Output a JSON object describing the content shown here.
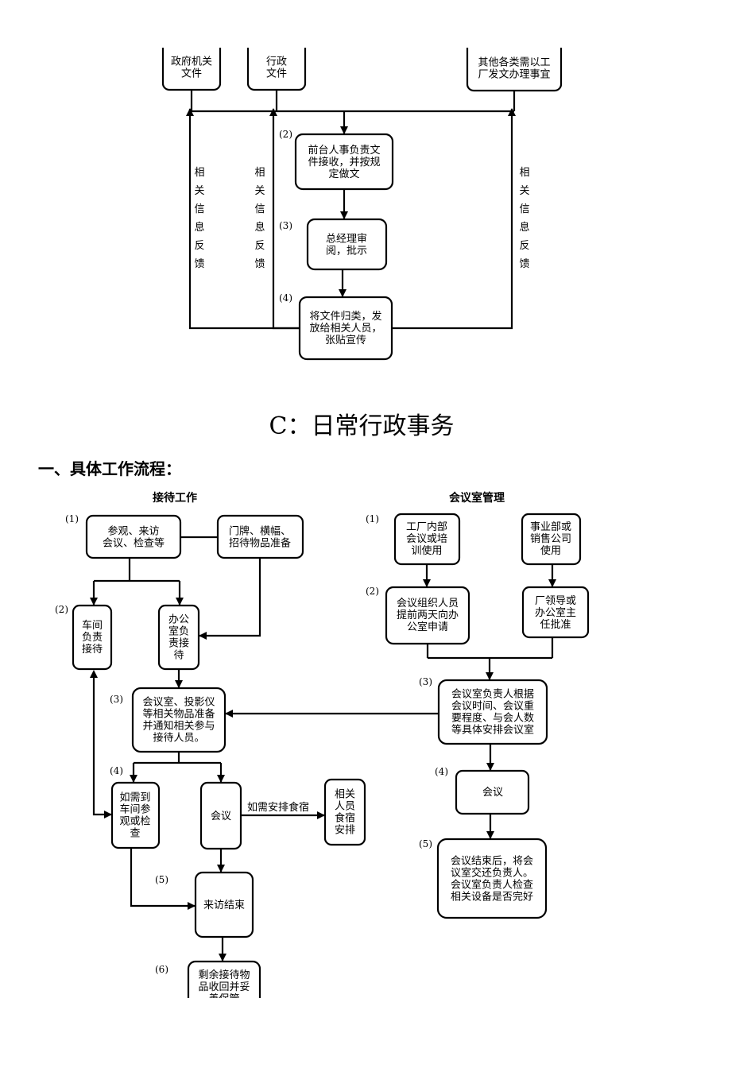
{
  "section": {
    "title": "C：日常行政事务",
    "subtitle": "一、具体工作流程："
  },
  "top_flow": {
    "boxes": {
      "gov_docs": [
        "政府机关",
        "文件"
      ],
      "admin_docs": [
        "行政",
        "文件"
      ],
      "other_matters": [
        "其他各类需以工",
        "厂发文办理事宜"
      ],
      "reception": [
        "前台人事负责文",
        "件接收，并按规",
        "定做文"
      ],
      "gm_review": [
        "总经理审",
        "阅，批示"
      ],
      "file_distribute": [
        "将文件归类，发",
        "放给相关人员，",
        "张贴宣传"
      ]
    },
    "steps": [
      "(2)",
      "(3)",
      "(4)"
    ],
    "feedback_label": "相关信息反馈"
  },
  "reception_flow": {
    "title": "接待工作",
    "boxes": {
      "visit": [
        "参观、来访",
        "会议、检查等"
      ],
      "signs": [
        "门牌、横幅、",
        "招待物品准备"
      ],
      "workshop": [
        "车间",
        "负责",
        "接待"
      ],
      "office": [
        "办公",
        "室负",
        "责接",
        "待"
      ],
      "prepare": [
        "会议室、投影仪",
        "等相关物品准备",
        "并通知相关参与",
        "接待人员。"
      ],
      "tour": [
        "如需到",
        "车间参",
        "观或检",
        "查"
      ],
      "meeting": [
        "会议"
      ],
      "meals": [
        "相关",
        "人员",
        "食宿",
        "安排"
      ],
      "end": [
        "来访结束"
      ],
      "collect": [
        "剩余接待物",
        "品收回并妥",
        "善保管"
      ]
    },
    "edge_label": "如需安排食宿",
    "steps": [
      "(1)",
      "(2)",
      "(3)",
      "(4)",
      "(5)",
      "(6)"
    ]
  },
  "meeting_flow": {
    "title": "会议室管理",
    "boxes": {
      "internal": [
        "工厂内部",
        "会议或培",
        "训使用"
      ],
      "division": [
        "事业部或",
        "销售公司",
        "使用"
      ],
      "apply": [
        "会议组织人员",
        "提前两天向办",
        "公室申请"
      ],
      "approve": [
        "厂领导或",
        "办公室主",
        "任批准"
      ],
      "arrange": [
        "会议室负责人根据",
        "会议时间、会议重",
        "要程度、与会人数",
        "等具体安排会议室"
      ],
      "meeting": [
        "会议"
      ],
      "handover": [
        "会议结束后，将会",
        "议室交还负责人。",
        "会议室负责人检查",
        "相关设备是否完好"
      ]
    },
    "steps": [
      "(1)",
      "(2)",
      "(3)",
      "(4)",
      "(5)"
    ]
  }
}
